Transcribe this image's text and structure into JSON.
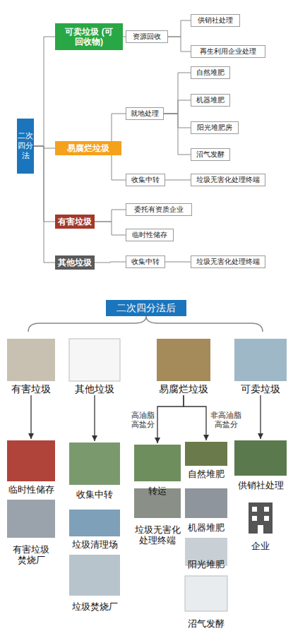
{
  "diagram": {
    "title": "二次四分法后",
    "nodes": [
      {
        "text": [
          "二次四分法"
        ]
      },
      {
        "text": [
          "可卖垃圾 (可回收物)"
        ]
      },
      {
        "text": [
          "资源回收"
        ]
      },
      {
        "text": [
          "供销社处理"
        ]
      },
      {
        "text": [
          "再生利用企业处理"
        ]
      },
      {
        "text": [
          "易腐烂垃圾"
        ]
      },
      {
        "text": [
          "就地处理"
        ]
      },
      {
        "text": [
          "自然堆肥"
        ]
      },
      {
        "text": [
          "机器堆肥"
        ]
      },
      {
        "text": [
          "阳光堆肥房"
        ]
      },
      {
        "text": [
          "沼气发酵"
        ]
      },
      {
        "text": [
          "收集中转"
        ]
      },
      {
        "text": [
          "垃圾无害化处理终端"
        ]
      },
      {
        "text": [
          "有害垃圾"
        ]
      },
      {
        "text": [
          "委托有资质企业"
        ]
      },
      {
        "text": [
          "临时性储存"
        ]
      },
      {
        "text": [
          "其他垃圾"
        ]
      },
      {
        "text": [
          "收集中转"
        ]
      },
      {
        "text": [
          "垃圾无害化处理终端"
        ]
      },
      {
        "text": [
          "有害垃圾"
        ]
      },
      {
        "text": [
          "其他垃圾"
        ]
      },
      {
        "text": [
          "易腐烂垃圾"
        ]
      },
      {
        "text": [
          "可卖垃圾"
        ]
      },
      {
        "text": [
          "临时性储存"
        ]
      },
      {
        "text": [
          "收集中转"
        ]
      },
      {
        "text": [
          "转运"
        ]
      },
      {
        "text": [
          "自然堆肥"
        ]
      },
      {
        "text": [
          "供销社处理"
        ]
      },
      {
        "text": [
          "有害垃圾焚烧厂"
        ]
      },
      {
        "text": [
          "垃圾无害化处理终端"
        ]
      },
      {
        "text": [
          "机器堆肥"
        ]
      },
      {
        "text": [
          "企业"
        ]
      },
      {
        "text": [
          "垃圾清理场"
        ]
      },
      {
        "text": [
          "阳光堆肥"
        ]
      },
      {
        "text": [
          "垃圾焚烧厂"
        ]
      },
      {
        "text": [
          "沼气发酵"
        ]
      }
    ],
    "edges": [
      {
        "from": 0,
        "to": 1,
        "arrow": "none"
      },
      {
        "from": 0,
        "to": 5,
        "arrow": "none"
      },
      {
        "from": 0,
        "to": 13,
        "arrow": "none"
      },
      {
        "from": 0,
        "to": 16,
        "arrow": "none"
      },
      {
        "from": 1,
        "to": 2,
        "arrow": "none"
      },
      {
        "from": 2,
        "to": 3,
        "arrow": "none"
      },
      {
        "from": 2,
        "to": 4,
        "arrow": "none"
      },
      {
        "from": 5,
        "to": 6,
        "arrow": "none"
      },
      {
        "from": 6,
        "to": 7,
        "arrow": "none"
      },
      {
        "from": 6,
        "to": 8,
        "arrow": "none"
      },
      {
        "from": 6,
        "to": 9,
        "arrow": "none"
      },
      {
        "from": 6,
        "to": 10,
        "arrow": "none"
      },
      {
        "from": 5,
        "to": 11,
        "arrow": "none"
      },
      {
        "from": 11,
        "to": 12,
        "arrow": "none"
      },
      {
        "from": 13,
        "to": 14,
        "arrow": "none"
      },
      {
        "from": 13,
        "to": 15,
        "arrow": "none"
      },
      {
        "from": 16,
        "to": 17,
        "arrow": "none"
      },
      {
        "from": 17,
        "to": 18,
        "arrow": "none"
      },
      {
        "from": 19,
        "to": 23,
        "arrow": "to"
      },
      {
        "from": 20,
        "to": 24,
        "arrow": "to"
      },
      {
        "from": 21,
        "to": 25,
        "label": "高油脂 高盐分",
        "arrow": "to"
      },
      {
        "from": 21,
        "to": 26,
        "label": "非高油脂 高盐分",
        "arrow": "to"
      },
      {
        "from": 22,
        "to": 27,
        "arrow": "to"
      }
    ]
  }
}
